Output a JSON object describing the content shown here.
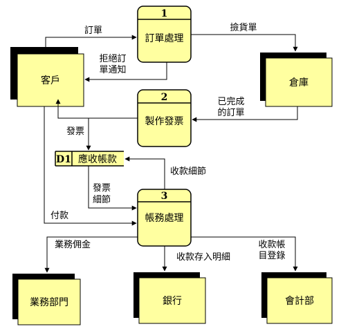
{
  "colors": {
    "fill": "#FFFFA0",
    "stroke": "#000000",
    "shadow": "#000000"
  },
  "processes": [
    {
      "id": "1",
      "name": "訂單處理"
    },
    {
      "id": "2",
      "name": "製作發票"
    },
    {
      "id": "3",
      "name": "帳務處理"
    }
  ],
  "entities": {
    "customer": "客戶",
    "warehouse": "倉庫",
    "sales": "業務部門",
    "bank": "銀行",
    "accounting": "會計部"
  },
  "datastore": {
    "id": "D1",
    "name": "應收帳款"
  },
  "flows": {
    "order": "訂單",
    "reject_line1": "拒絕訂",
    "reject_line2": "單通知",
    "picking": "撿貨單",
    "completed_line1": "已完成",
    "completed_line2": "的訂單",
    "invoice": "發票",
    "invoice_detail_line1": "發票",
    "invoice_detail_line2": "細節",
    "receipt_detail": "收款細節",
    "payment": "付款",
    "commission": "業務佣金",
    "deposit": "收款存入明細",
    "ledger_line1": "收款帳",
    "ledger_line2": "目登錄"
  }
}
